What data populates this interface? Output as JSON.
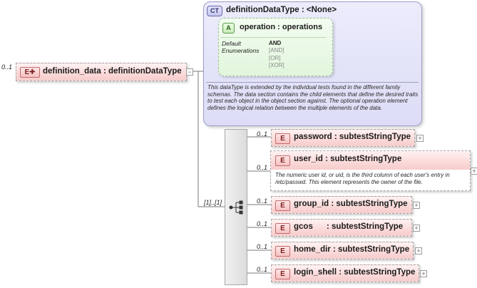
{
  "root": {
    "cardinality": "0..1",
    "badge": "E",
    "title": "definition_data : definitionDataType"
  },
  "complex_type": {
    "badge": "CT",
    "title": "definitionDataType : <None>",
    "attribute": {
      "badge": "A",
      "title": "operation : operations",
      "facets": {
        "default_label": "Default",
        "enumerations_label": "Enumerations",
        "default_value": "AND",
        "enumerations": [
          "[AND]",
          "[OR]",
          "[XOR]"
        ]
      }
    },
    "documentation": "This dataType is extended by the individual tests found in the different family schemas.  The data section contains the child elements that define the desired traits to test each object in the object section against.  The optional operation element defines the logical relation between the multiple elements of the data."
  },
  "sequence": {
    "cardinality": "[1]..[1]",
    "icon": "sequence-icon"
  },
  "children": [
    {
      "id": "password",
      "cardinality": "0..1",
      "badge": "E",
      "title": "password : subtestStringType",
      "doc": ""
    },
    {
      "id": "user_id",
      "cardinality": "0..1",
      "badge": "E",
      "title": "user_id   : subtestStringType",
      "doc": "The numeric user id, or uid, is the third column of each user's entry in /etc/passwd.  This element represents the owner of the file."
    },
    {
      "id": "group_id",
      "cardinality": "0..1",
      "badge": "E",
      "title": "group_id : subtestStringType",
      "doc": ""
    },
    {
      "id": "gcos",
      "cardinality": "0..1",
      "badge": "E",
      "title": "gcos      : subtestStringType",
      "doc": ""
    },
    {
      "id": "home_dir",
      "cardinality": "0..1",
      "badge": "E",
      "title": "home_dir : subtestStringType",
      "doc": ""
    },
    {
      "id": "login_shell",
      "cardinality": "0..1",
      "badge": "E",
      "title": "login_shell : subtestStringType",
      "doc": ""
    }
  ],
  "expand_glyph": "+",
  "colors": {
    "element_fill": "#fbd9d9",
    "complex_type_fill": "#dcdcf6",
    "attribute_fill": "#e1f6dc",
    "connector": "#7a7a7a"
  }
}
